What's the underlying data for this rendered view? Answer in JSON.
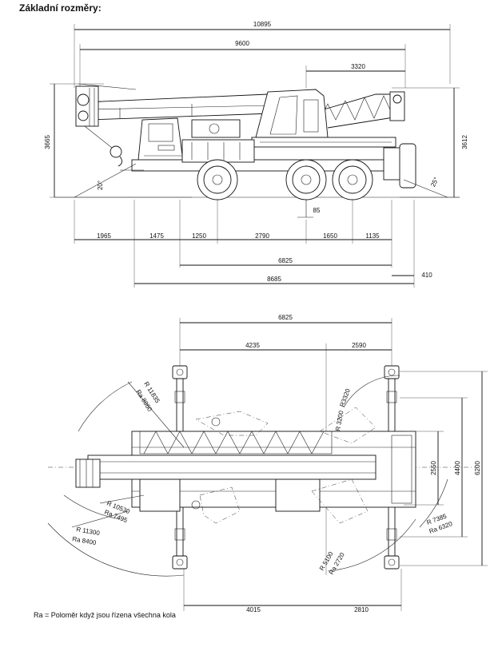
{
  "title": "Základní rozměry:",
  "footnote": "Ra = Poloměr když jsou řízena všechna kola",
  "side_view": {
    "dims": {
      "overall_length": "10895",
      "boom_length": "9600",
      "rear_overhang_top": "3320",
      "height_left": "3665",
      "height_right": "3612",
      "approach_angle": "20°",
      "departure_angle": "25°",
      "ground_clearance": "85",
      "seg_1": "1965",
      "seg_2": "1475",
      "seg_3": "1250",
      "seg_4": "2790",
      "seg_5": "1650",
      "seg_6": "1135",
      "outrigger_span": "6825",
      "chassis_length": "8685",
      "rear_ext": "410"
    }
  },
  "top_view": {
    "dims": {
      "outrigger_span": "6825",
      "front_part": "4235",
      "rear_part": "2590",
      "r1": "R 11835",
      "ra1": "Ra 8860",
      "r2": "R 10530",
      "ra2": "Ra 7495",
      "r3": "R 11300",
      "ra3": "Ra 8400",
      "r4": "R3320",
      "r5": "R 3200",
      "r6": "R 5100",
      "ra6": "Ra 2720",
      "r7": "R 7385",
      "ra7": "Ra 6320",
      "width_1": "2550",
      "width_2": "4400",
      "width_3": "6200",
      "bottom_left": "4015",
      "bottom_right": "2810"
    }
  }
}
